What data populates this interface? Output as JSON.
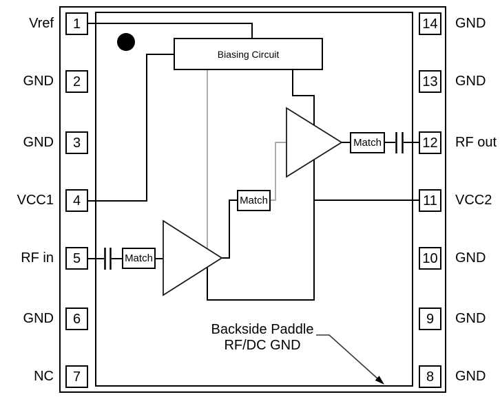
{
  "pins": {
    "left": [
      {
        "number": "1",
        "label": "Vref"
      },
      {
        "number": "2",
        "label": "GND"
      },
      {
        "number": "3",
        "label": "GND"
      },
      {
        "number": "4",
        "label": "VCC1"
      },
      {
        "number": "5",
        "label": "RF in"
      },
      {
        "number": "6",
        "label": "GND"
      },
      {
        "number": "7",
        "label": "NC"
      }
    ],
    "right": [
      {
        "number": "14",
        "label": "GND"
      },
      {
        "number": "13",
        "label": "GND"
      },
      {
        "number": "12",
        "label": "RF out"
      },
      {
        "number": "11",
        "label": "VCC2"
      },
      {
        "number": "10",
        "label": "GND"
      },
      {
        "number": "9",
        "label": "GND"
      },
      {
        "number": "8",
        "label": "GND"
      }
    ]
  },
  "blocks": {
    "biasing_label": "Biasing Circuit",
    "match_input_label": "Match",
    "match_interstage_label": "Match",
    "match_output_label": "Match"
  },
  "annotations": {
    "backside_line1": "Backside Paddle",
    "backside_line2": "RF/DC GND"
  },
  "colors": {
    "line": "#000000",
    "bias_line": "#8c8c8c",
    "background": "#ffffff"
  }
}
